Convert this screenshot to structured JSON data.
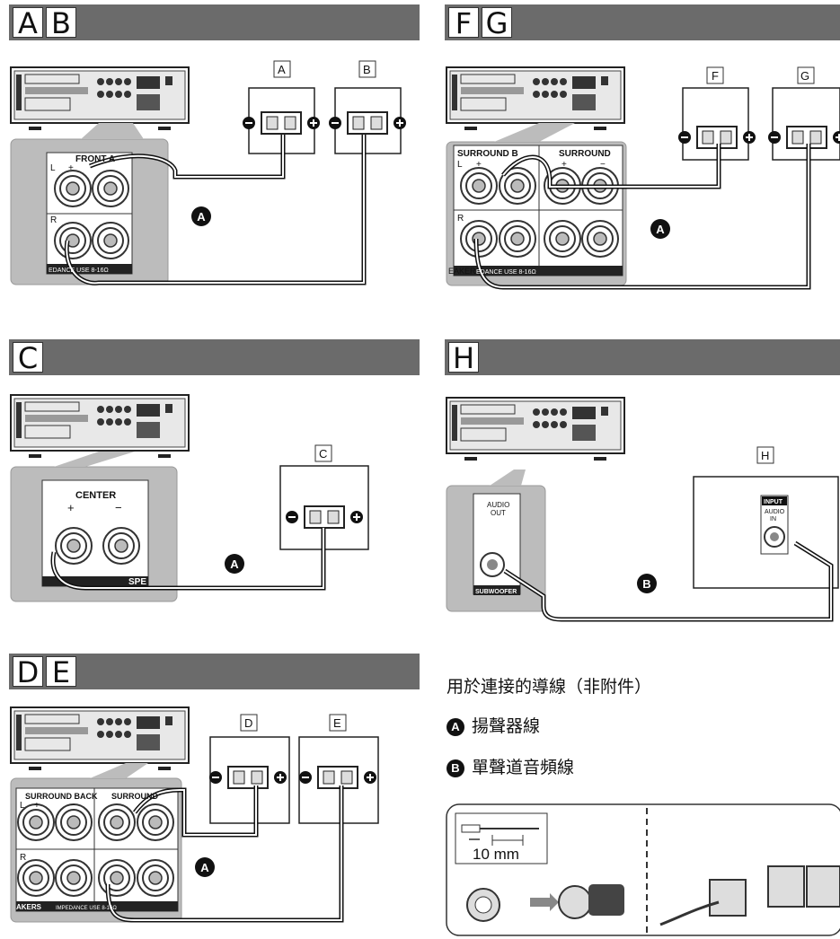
{
  "sections": {
    "ab": {
      "tags": [
        "A",
        "B"
      ],
      "box_labels": [
        "A",
        "B"
      ],
      "panel_title": "FRONT A",
      "panel_l": "L",
      "panel_r": "R",
      "panel_plus": "+",
      "panel_foot": "EDANCE USE 8-16Ω",
      "cable": "A"
    },
    "fg": {
      "tags": [
        "F",
        "G"
      ],
      "box_labels": [
        "F",
        "G"
      ],
      "panel_title_1": "SURROUND B",
      "panel_title_2": "SURROUND",
      "panel_l": "L",
      "panel_r": "R",
      "panel_plus": "+",
      "panel_minus": "−",
      "panel_foot_1": "EAKER",
      "panel_foot_2": "EDANCE USE 8-16Ω",
      "cable": "A"
    },
    "c": {
      "tags": [
        "C"
      ],
      "box_labels": [
        "C"
      ],
      "panel_title": "CENTER",
      "panel_plus": "+",
      "panel_minus": "−",
      "panel_foot": "SPE",
      "cable": "A"
    },
    "h": {
      "tags": [
        "H"
      ],
      "box_labels": [
        "H"
      ],
      "out_label_1": "AUDIO",
      "out_label_2": "OUT",
      "out_foot": "SUBWOOFER",
      "in_label_1": "INPUT",
      "in_label_2": "AUDIO",
      "in_label_3": "IN",
      "cable": "B"
    },
    "de": {
      "tags": [
        "D",
        "E"
      ],
      "box_labels": [
        "D",
        "E"
      ],
      "panel_title_1": "SURROUND BACK",
      "panel_title_2": "SURROUND",
      "panel_l": "L",
      "panel_r": "R",
      "panel_plus": "+",
      "panel_minus": "−",
      "panel_foot_1": "AKERS",
      "panel_foot_2": "IMPEDANCE USE 8-16Ω",
      "cable": "A"
    }
  },
  "legend": {
    "title": "用於連接的導線（非附件）",
    "items": [
      {
        "mark": "A",
        "text": "揚聲器線"
      },
      {
        "mark": "B",
        "text": "單聲道音頻線"
      }
    ]
  },
  "inset": {
    "measure": "10 mm"
  }
}
